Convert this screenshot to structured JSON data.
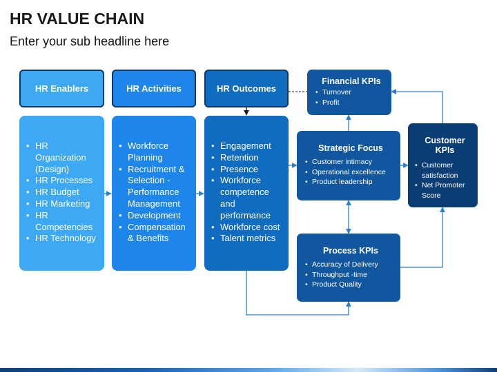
{
  "page": {
    "title": "HR VALUE CHAIN",
    "subtitle": "Enter your sub headline here"
  },
  "headers": {
    "enablers": "HR Enablers",
    "activities": "HR Activities",
    "outcomes": "HR Outcomes"
  },
  "columns": {
    "enablers": [
      "HR Organization (Design)",
      "HR Processes",
      "HR Budget",
      "HR Marketing",
      "HR Competencies",
      "HR Technology"
    ],
    "activities": [
      "Workforce Planning",
      "Recruitment & Selection - Performance Management",
      "Development",
      "Compensation & Benefits"
    ],
    "outcomes": [
      "Engagement",
      "Retention",
      "Presence",
      "Workforce competence and performance",
      "Workforce cost",
      "Talent metrics"
    ]
  },
  "kpis": {
    "financial": {
      "title": "Financial KPIs",
      "items": [
        "Turnover",
        "Profit"
      ]
    },
    "strategic": {
      "title": "Strategic Focus",
      "items": [
        "Customer intimacy",
        "Operational excellence",
        "Product leadership"
      ]
    },
    "customer": {
      "title": "Customer KPIs",
      "items": [
        "Customer satisfaction",
        "Net Promoter Score"
      ]
    },
    "process": {
      "title": "Process KPIs",
      "items": [
        "Accuracy of Delivery",
        "Throughput -time",
        "Product Quality"
      ]
    }
  },
  "colors": {
    "enablers": "#3da9f4",
    "activities": "#1e86ea",
    "outcomes": "#0f6cc0",
    "kpi_mid": "#10579f",
    "kpi_dark": "#0b3d75",
    "connector": "#2d7fc9"
  }
}
